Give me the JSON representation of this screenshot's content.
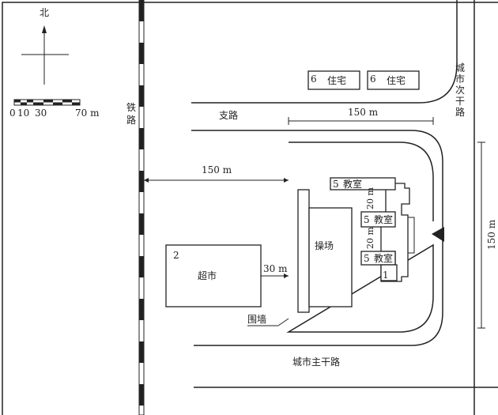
{
  "compass": {
    "north": "北"
  },
  "scale": {
    "labels": [
      "0",
      "10",
      "30",
      "70 m"
    ]
  },
  "railway": {
    "label_1": "铁",
    "label_2": "路"
  },
  "branch_road": {
    "label": "支路"
  },
  "secondary_road": {
    "label": [
      "城",
      "市",
      "次",
      "干",
      "路"
    ]
  },
  "main_road": {
    "label": "城市主干路"
  },
  "houses": [
    {
      "number": "6",
      "label": "住宅"
    },
    {
      "number": "6",
      "label": "住宅"
    }
  ],
  "dimensions": {
    "top": "150 m",
    "left": "150 m",
    "right": "150 m",
    "supermarket_gap": "30 m",
    "classroom_gap_1": "20 m",
    "classroom_gap_2": "20 m"
  },
  "school": {
    "playground": "操场",
    "wall": "围墙",
    "classrooms": [
      {
        "number": "5",
        "label": "教室"
      },
      {
        "number": "5",
        "label": "教室"
      },
      {
        "number": "5",
        "label": "教室"
      }
    ],
    "building_1": "1"
  },
  "supermarket": {
    "number": "2",
    "label": "超市"
  }
}
